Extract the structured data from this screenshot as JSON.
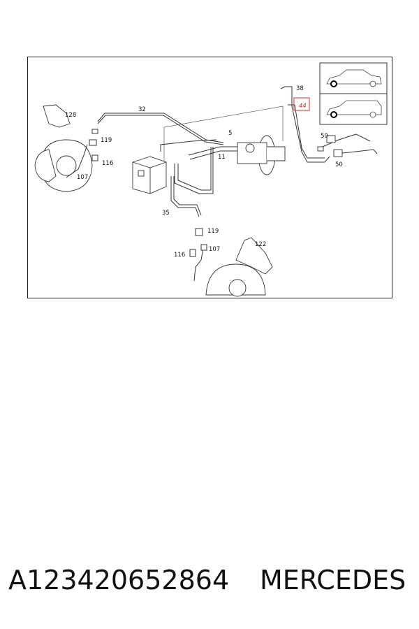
{
  "diagram": {
    "callouts": {
      "c128": "128",
      "c32": "32",
      "c38": "38",
      "c44": "44",
      "c119a": "119",
      "c116a": "116",
      "c107a": "107",
      "c5": "5",
      "c11": "11",
      "c50a": "50",
      "c50b": "50",
      "c35": "35",
      "c119b": "119",
      "c107b": "107",
      "c116b": "116",
      "c122": "122"
    },
    "highlight_color": "#d9534f",
    "line_color": "#333333"
  },
  "caption": {
    "part_number": "A123420652864",
    "brand": "MERCEDES"
  }
}
